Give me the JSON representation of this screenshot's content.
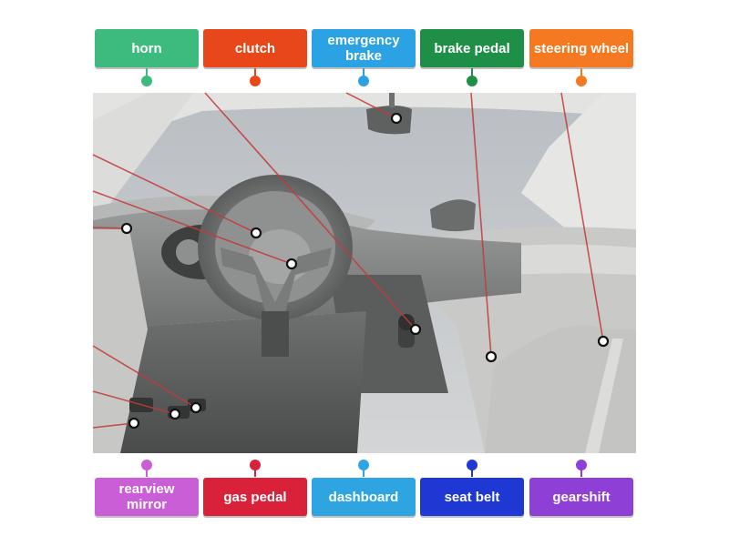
{
  "labels_top": [
    {
      "text": "horn",
      "color": "#3dba7d"
    },
    {
      "text": "clutch",
      "color": "#e8471a"
    },
    {
      "text": "emergency brake",
      "color": "#2ba2e3"
    },
    {
      "text": "brake pedal",
      "color": "#1f8f48"
    },
    {
      "text": "steering wheel",
      "color": "#f47920"
    }
  ],
  "labels_bottom": [
    {
      "text": "rearview mirror",
      "color": "#c95ed6"
    },
    {
      "text": "gas pedal",
      "color": "#d9213a"
    },
    {
      "text": "dashboard",
      "color": "#2ea4e0"
    },
    {
      "text": "seat belt",
      "color": "#2038d3"
    },
    {
      "text": "gearshift",
      "color": "#8e3fd6"
    }
  ]
}
